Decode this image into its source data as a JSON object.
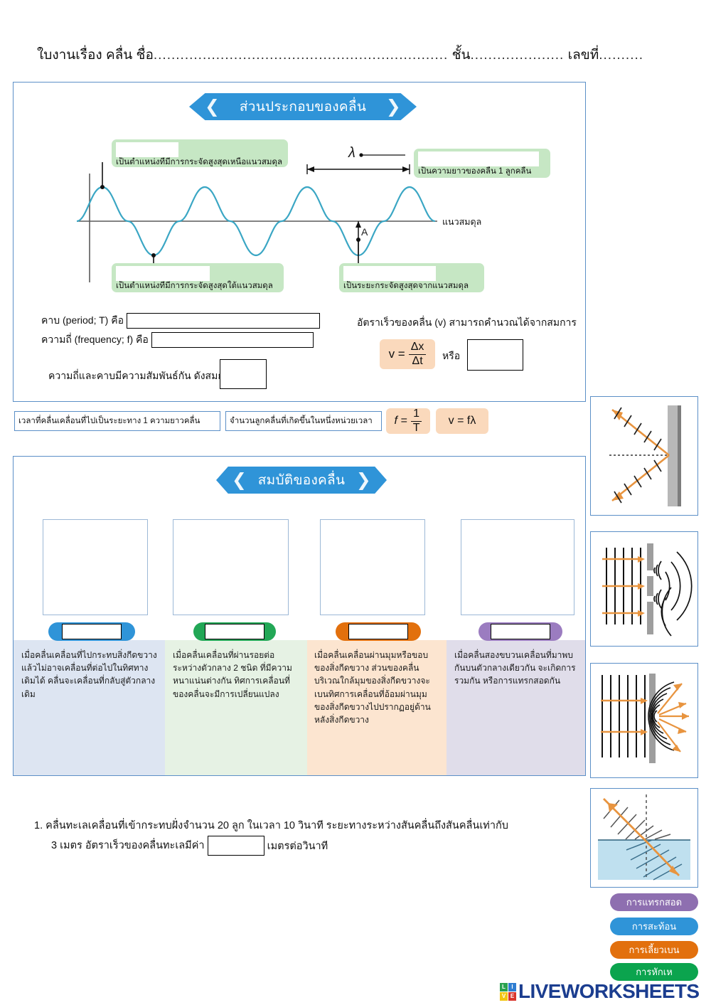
{
  "header": {
    "title": "ใบงานเรื่อง  คลื่น  ชื่อ",
    "dots1": "..................................................................",
    "class_label": "ชั้น",
    "dots2": ".....................",
    "number_label": "เลขที่",
    "dots3": ".........."
  },
  "section1": {
    "banner": "ส่วนประกอบของคลื่น",
    "chev_left": "❮",
    "chev_right": "❯",
    "labels": {
      "crest": "เป็นตำแหน่งที่มีการกระจัดสูงสุดเหนือแนวสมดุล",
      "wavelength": "เป็นความยาวของคลื่น 1 ลูกคลื่น",
      "trough": "เป็นตำแหน่งที่มีการกระจัดสูงสุดใต้แนวสมดุล",
      "amplitude": "เป็นระยะกระจัดสูงสุดจากแนวสมดุล"
    },
    "axis_label": "แนวสมดุล",
    "lambda_symbol": "λ",
    "amplitude_symbol": "A",
    "period_label": "คาบ (period; T) คือ",
    "frequency_label": "ความถี่ (frequency; f) คือ",
    "relation_label": "ความถี่และคาบมีความสัมพันธ์กัน ดังสมการ",
    "speed_label": "อัตราเร็วของคลื่น (v) สามารถคำนวณได้จากสมการ",
    "speed_formula_lhs": "v =",
    "speed_formula_num": "Δx",
    "speed_formula_den": "Δt",
    "or_label": "หรือ"
  },
  "wordbank": {
    "item1": "เวลาที่คลื่นเคลื่อนที่ไปเป็นระยะทาง 1 ความยาวคลื่น",
    "item2": "จำนวนลูกคลื่นที่เกิดขึ้นในหนึ่งหน่วยเวลา",
    "formula1_lhs": "f =",
    "formula1_num": "1",
    "formula1_den": "T",
    "formula2": "v = fλ"
  },
  "section2": {
    "banner": "สมบัติของคลื่น",
    "columns": [
      {
        "text": "เมื่อคลื่นเคลื่อนที่ไปกระทบสิ่งกีดขวางแล้วไม่อาจเคลื่อนที่ต่อไปในทิศทางเดิมได้ คลื่นจะเคลื่อนที่กลับสู่ตัวกลางเดิม",
        "pill_color": "#2f94d8",
        "bg_color": "#dde5f2"
      },
      {
        "text": "เมื่อคลื่นเคลื่อนที่ผ่านรอยต่อระหว่างตัวกลาง 2 ชนิด ที่มีความหนาแน่นต่างกัน ทิศการเคลื่อนที่ของคลื่นจะมีการเปลี่ยนแปลง",
        "pill_color": "#22a756",
        "bg_color": "#e6f2e4"
      },
      {
        "text": "เมื่อคลื่นเคลื่อนผ่านมุมหรือขอบของสิ่งกีดขวาง ส่วนของคลื่นบริเวณใกล้มุมของสิ่งกีดขวางจะเบนทิศการเคลื่อนที่อ้อมผ่านมุมของสิ่งกีดขวางไปปรากฏอยู่ด้านหลังสิ่งกีดขวาง",
        "pill_color": "#e2700d",
        "bg_color": "#fce5d0"
      },
      {
        "text": "เมื่อคลื่นสองขบวนเคลื่อนที่มาพบกันบนตัวกลางเดียวกัน จะเกิดการรวมกัน หรือการแทรกสอดกัน",
        "pill_color": "#9b7cc0",
        "bg_color": "#e0ddea"
      }
    ]
  },
  "question": {
    "number": "1.",
    "line1": "คลื่นทะเลเคลื่อนที่เข้ากระทบฝั่งจำนวน 20 ลูก ในเวลา 10 วินาที ระยะทางระหว่างสันคลื่นถึงสันคลื่นเท่ากับ",
    "line2a": "3 เมตร อัตราเร็วของคลื่นทะเลมีค่า",
    "line2b": "เมตรต่อวินาที"
  },
  "answers": [
    {
      "label": "การแทรกสอด",
      "color": "#8e6fb0"
    },
    {
      "label": "การสะท้อน",
      "color": "#2f94d8"
    },
    {
      "label": "การเลี้ยวเบน",
      "color": "#e2700d"
    },
    {
      "label": "การหักเห",
      "color": "#0ba44e"
    }
  ],
  "figures": {
    "reflection": "reflection-diagram",
    "interference": "interference-diagram",
    "diffraction": "diffraction-diagram",
    "refraction": "refraction-diagram"
  },
  "logo": {
    "tiles": [
      "L",
      "I",
      "V",
      "E"
    ],
    "tile_colors": [
      "#2aa14f",
      "#2f7dd1",
      "#f2c511",
      "#d9352c"
    ],
    "wordmark": "LIVEWORKSHEETS"
  }
}
